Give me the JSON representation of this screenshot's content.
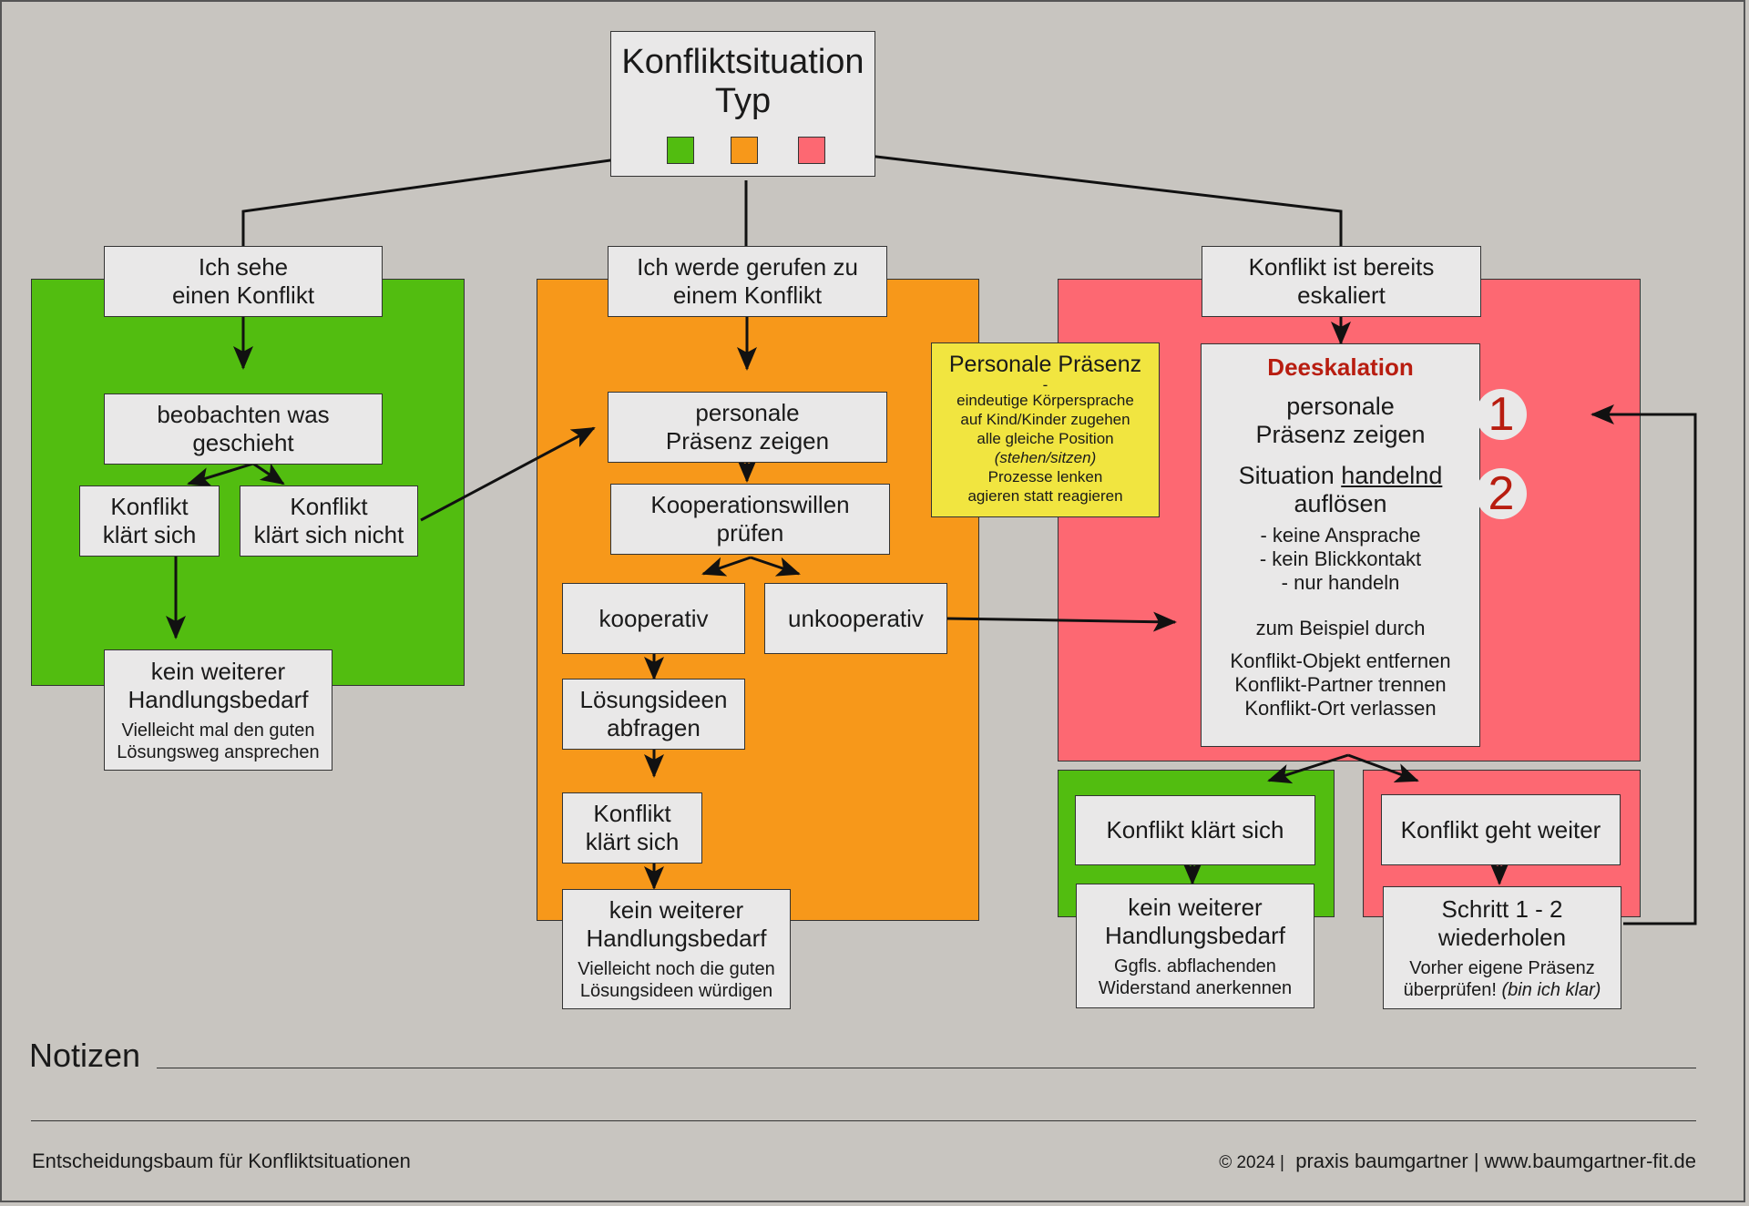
{
  "header": {
    "title_line1": "Konfliktsituation",
    "title_line2": "Typ",
    "type_colors": {
      "green": "#52bd10",
      "orange": "#f7981a",
      "red": "#fd6872"
    }
  },
  "colors": {
    "background": "#c8c5c0",
    "box": "#e9e8e8",
    "note": "#f1e540",
    "accent_red_text": "#b81d10"
  },
  "green_branch": {
    "head_line1": "Ich sehe",
    "head_line2": "einen Konflikt",
    "observe_line1": "beobachten was",
    "observe_line2": "geschieht",
    "resolves_line1": "Konflikt",
    "resolves_line2": "klärt sich",
    "not_resolves_line1": "Konflikt",
    "not_resolves_line2": "klärt sich nicht",
    "end_line1": "kein weiterer",
    "end_line2": "Handlungsbedarf",
    "end_sub1": "Vielleicht mal den guten",
    "end_sub2": "Lösungsweg ansprechen"
  },
  "orange_branch": {
    "head_line1": "Ich werde gerufen zu",
    "head_line2": "einem Konflikt",
    "presence_line1": "personale",
    "presence_line2": "Präsenz zeigen",
    "coop_check_line1": "Kooperationswillen",
    "coop_check_line2": "prüfen",
    "cooperative": "kooperativ",
    "uncooperative": "unkooperativ",
    "ideas_line1": "Lösungsideen",
    "ideas_line2": "abfragen",
    "resolves_line1": "Konflikt",
    "resolves_line2": "klärt sich",
    "end_line1": "kein weiterer",
    "end_line2": "Handlungsbedarf",
    "end_sub1": "Vielleicht noch die guten",
    "end_sub2": "Lösungsideen würdigen"
  },
  "presence_note": {
    "title": "Personale Präsenz",
    "dash": "-",
    "line1": "eindeutige Körpersprache",
    "line2": "auf Kind/Kinder zugehen",
    "line3": "alle gleiche Position",
    "line4": "(stehen/sitzen)",
    "line5": "Prozesse lenken",
    "line6": "agieren statt reagieren"
  },
  "red_branch": {
    "head_line1": "Konflikt ist bereits",
    "head_line2": "eskaliert",
    "deescalation": {
      "title": "Deeskalation",
      "step1_number": "1",
      "step1_line1": "personale",
      "step1_line2": "Präsenz zeigen",
      "step2_number": "2",
      "step2_pre": "Situation ",
      "step2_underlined": "handelnd",
      "step2_line2": "auflösen",
      "rules": [
        "- keine Ansprache",
        "- kein Blickkontakt",
        "- nur handeln"
      ],
      "example_label": "zum Beispiel durch",
      "examples": [
        "Konflikt-Objekt entfernen",
        "Konflikt-Partner trennen",
        "Konflikt-Ort verlassen"
      ]
    },
    "outcome_resolves": "Konflikt klärt sich",
    "outcome_resolves_end_line1": "kein weiterer",
    "outcome_resolves_end_line2": "Handlungsbedarf",
    "outcome_resolves_sub1": "Ggfls. abflachenden",
    "outcome_resolves_sub2": "Widerstand anerkennen",
    "outcome_continues": "Konflikt geht weiter",
    "repeat_line1": "Schritt 1 - 2",
    "repeat_line2": "wiederholen",
    "repeat_sub1": "Vorher eigene Präsenz",
    "repeat_sub2_plain": "überprüfen! ",
    "repeat_sub2_italic": "(bin ich klar)"
  },
  "notes": {
    "label": "Notizen"
  },
  "footer": {
    "left": "Entscheidungsbaum für Konfliktsituationen",
    "copyright": "© 2024 |",
    "right": "praxis baumgartner | www.baumgartner-fit.de"
  }
}
